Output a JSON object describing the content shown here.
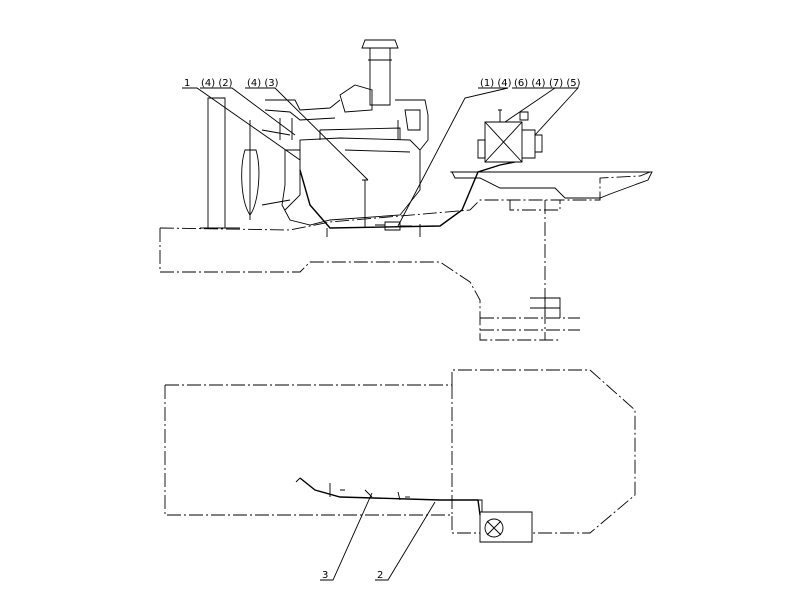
{
  "callouts": {
    "top": [
      {
        "id": "c1",
        "text": "1"
      },
      {
        "id": "c42",
        "text": "(4) (2)"
      },
      {
        "id": "c43",
        "text": "(4) (3)"
      },
      {
        "id": "c14",
        "text": "(1) (4)"
      },
      {
        "id": "c64",
        "text": "(6)  (4)"
      },
      {
        "id": "c75",
        "text": "(7) (5)"
      }
    ],
    "bottom": [
      {
        "id": "c3",
        "text": "3"
      },
      {
        "id": "c2",
        "text": "2"
      }
    ]
  }
}
